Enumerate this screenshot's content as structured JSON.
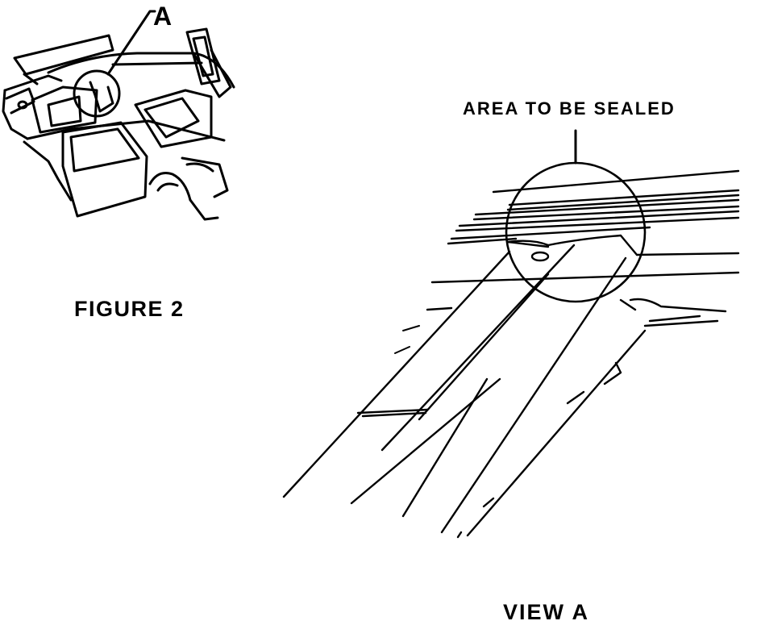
{
  "labels": {
    "callout_letter": "A",
    "figure_caption": "FIGURE 2",
    "sealed_note": "AREA TO BE SEALED",
    "view_caption": "VIEW A"
  },
  "colors": {
    "ink": "#000000",
    "paper": "#ffffff"
  }
}
